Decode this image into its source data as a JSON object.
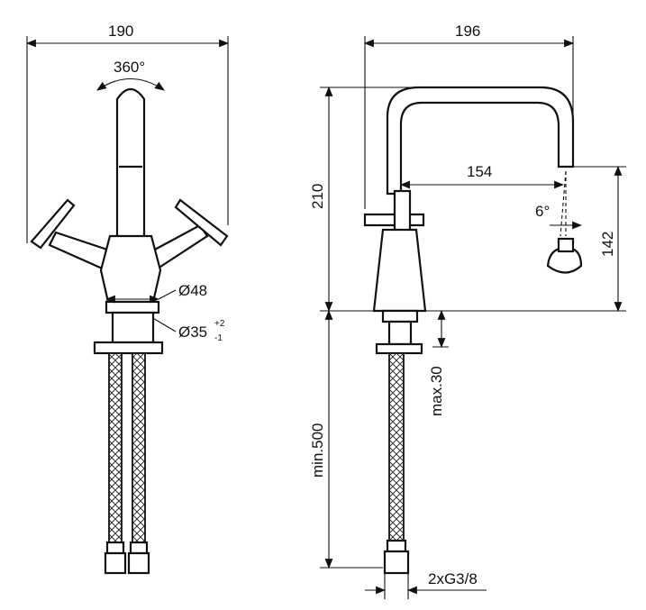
{
  "front_view": {
    "width_label": "190",
    "rotation_label": "360°",
    "body_diameter_label": "Ø48",
    "hole_diameter_label": "Ø35",
    "hole_tolerance_plus": "+2",
    "hole_tolerance_minus": "-1"
  },
  "side_view": {
    "width_label": "196",
    "height_label": "210",
    "reach_label": "154",
    "angle_label": "6°",
    "outlet_height_label": "142",
    "max_deck_label": "max.30",
    "hose_length_label": "min.500",
    "connection_label": "2xG3/8"
  }
}
